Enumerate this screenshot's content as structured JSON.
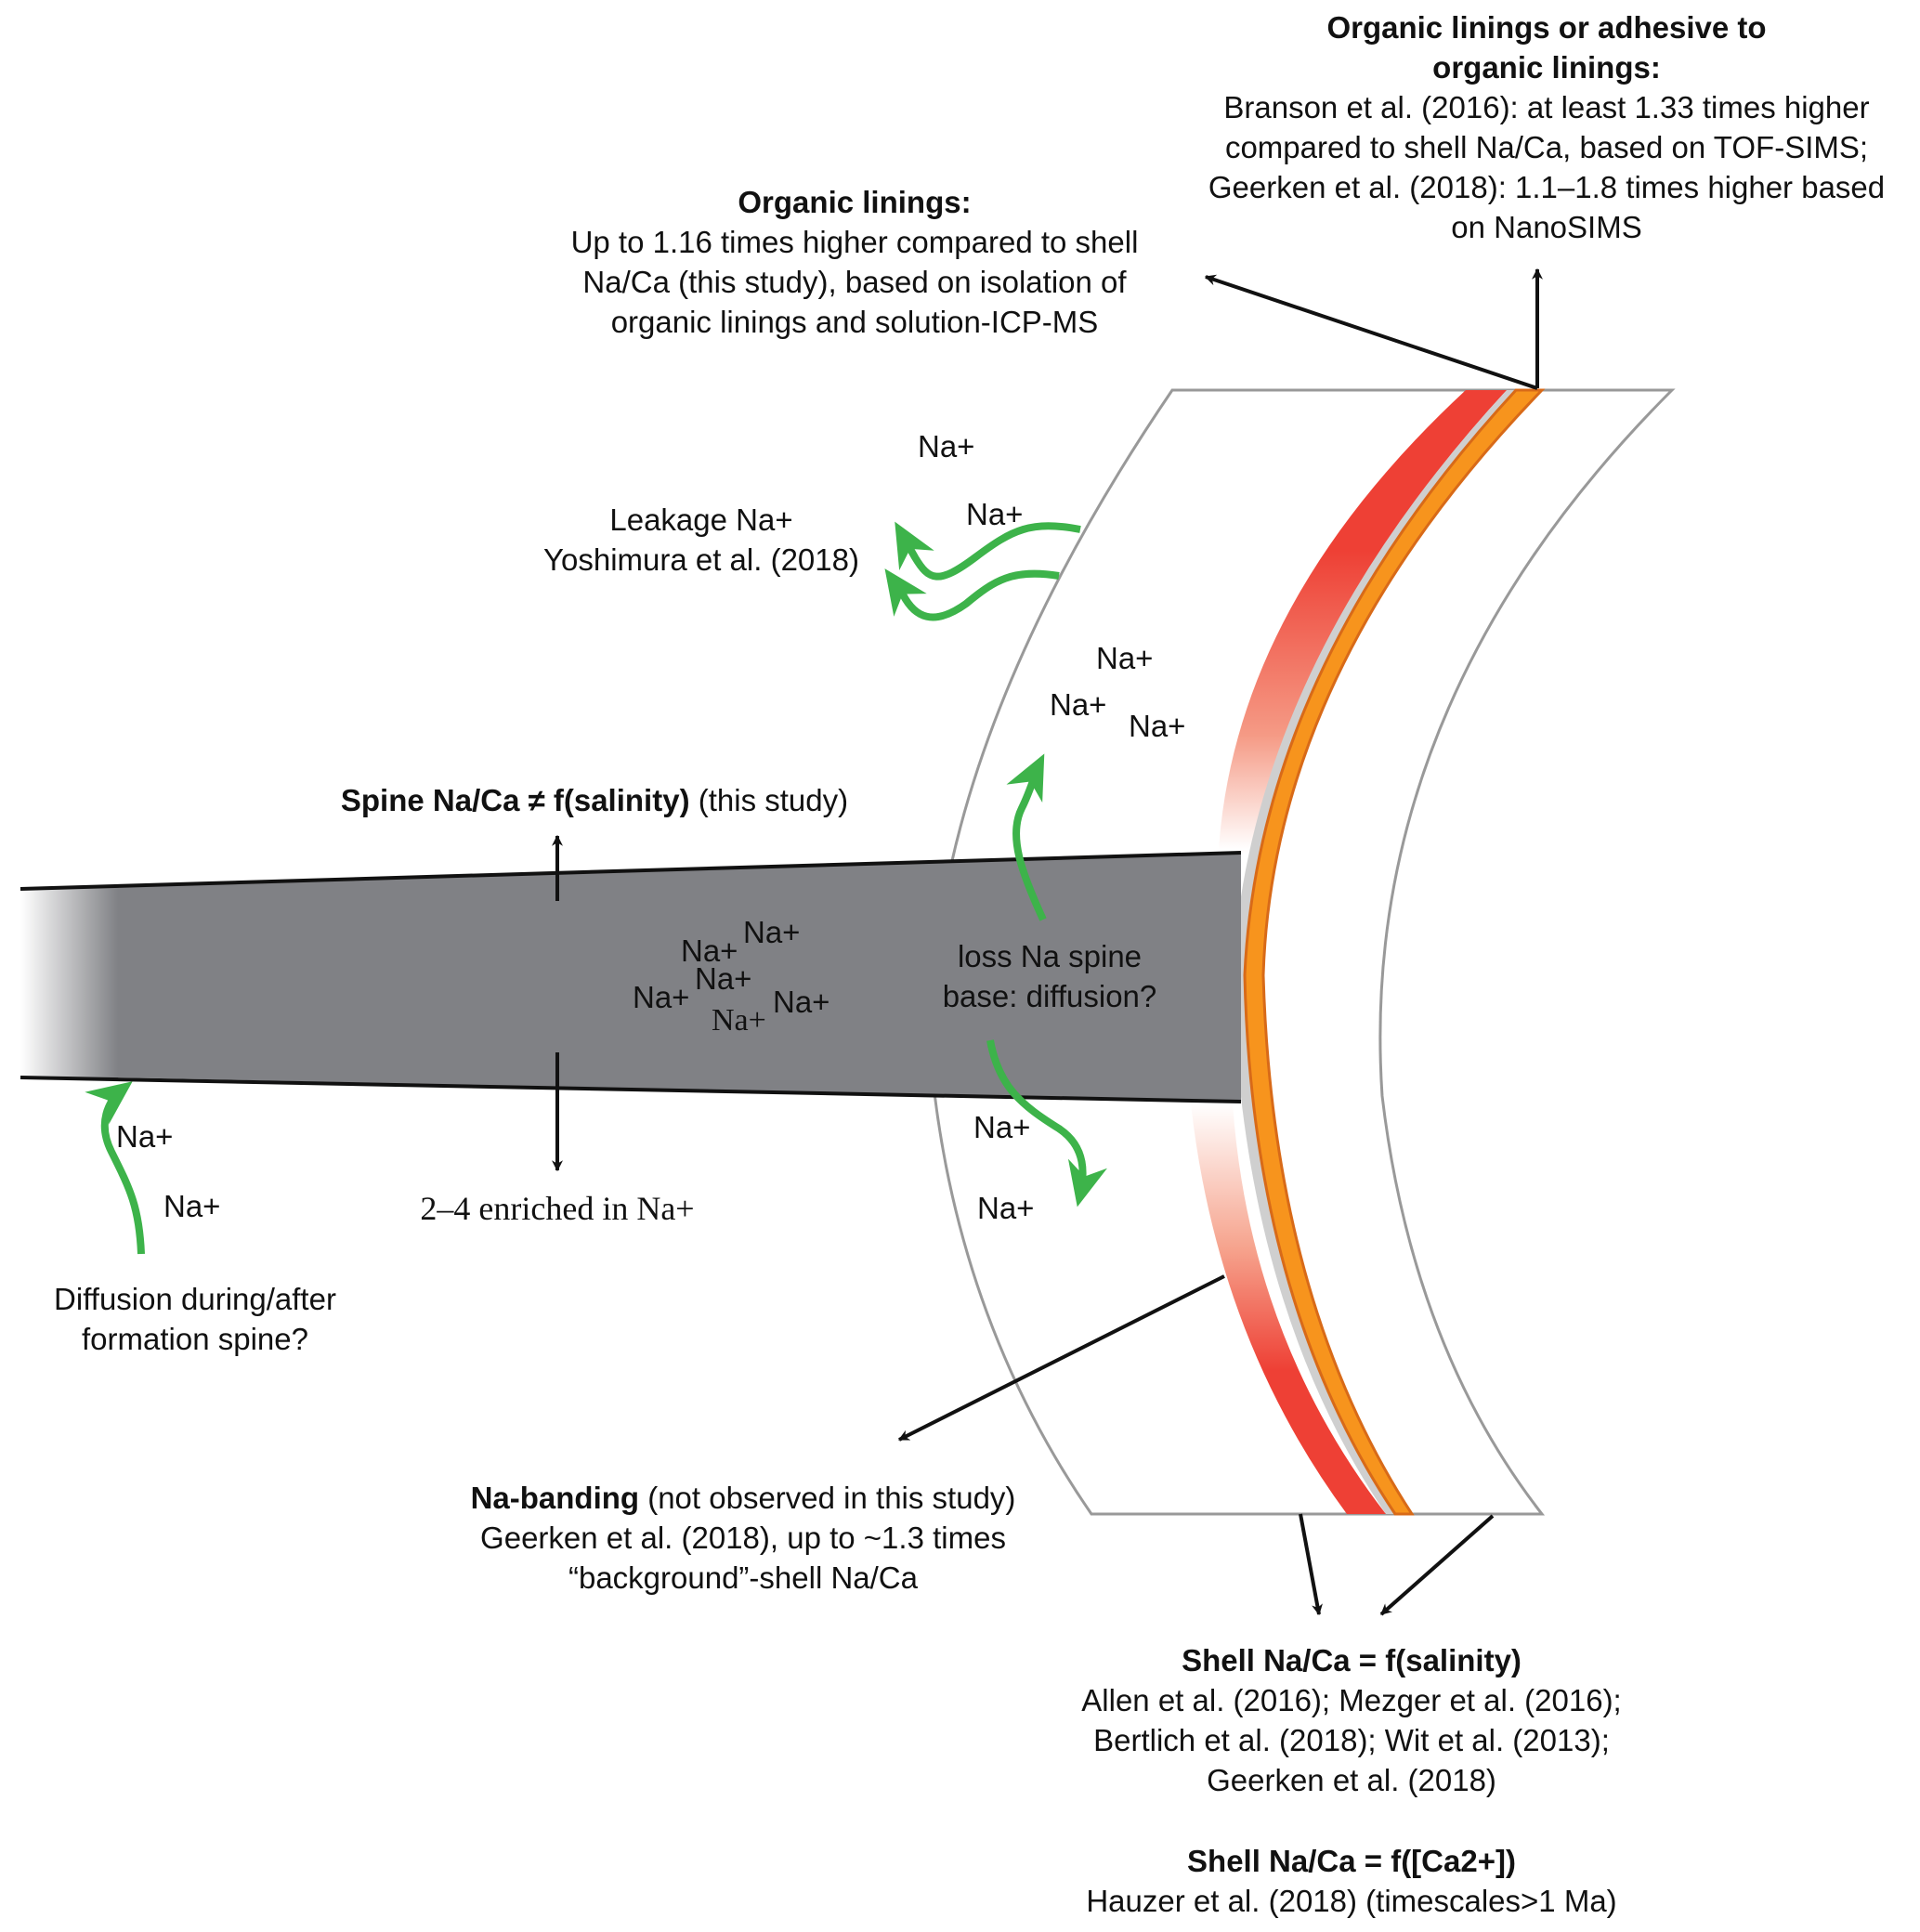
{
  "colors": {
    "spine_fill": "#808185",
    "shell_outline": "#999999",
    "red_band": "#ee4035",
    "orange_band": "#f7941d",
    "orange_edge": "#d86a18",
    "grey_lining": "#cfcfcf",
    "green_arrow": "#3db34a",
    "arrow_black": "#111111"
  },
  "annotations": {
    "organic_adhesive": {
      "title": "Organic linings or adhesive to organic linings:",
      "title_line1": "Organic linings or adhesive to",
      "title_line2": "organic linings:",
      "line1": "Branson et al. (2016): at least 1.33 times higher",
      "line2": "compared to shell Na/Ca, based on TOF-SIMS;",
      "line3": "Geerken et al. (2018): 1.1–1.8 times higher based",
      "line4": "on NanoSIMS"
    },
    "organic_linings": {
      "title": "Organic linings:",
      "line1": "Up to 1.16 times higher compared to shell",
      "line2": "Na/Ca (this study), based on isolation of",
      "line3": "organic linings and solution-ICP-MS"
    },
    "leakage": {
      "line1": "Leakage Na+",
      "line2": "Yoshimura et al. (2018)"
    },
    "spine_salinity": {
      "bold": "Spine Na/Ca ≠ f(salinity)",
      "normal": " (this study)"
    },
    "loss_na": {
      "line1": "loss Na spine",
      "line2": "base: diffusion?"
    },
    "enriched": "2–4 enriched in Na+",
    "diffusion": {
      "line1": "Diffusion during/after",
      "line2": "formation spine?"
    },
    "na_banding": {
      "bold": "Na-banding",
      "normal": " (not observed in this study)",
      "line2": "Geerken et al. (2018), up to ~1.3 times",
      "line3": "“background”-shell Na/Ca"
    },
    "shell_salinity": {
      "title": "Shell Na/Ca = f(salinity)",
      "line1": "Allen et al. (2016); Mezger et al. (2016);",
      "line2": "Bertlich et al. (2018); Wit et al. (2013);",
      "line3": "Geerken et al. (2018)"
    },
    "shell_calcium": {
      "title": "Shell Na/Ca = f([Ca2+])",
      "line1": "Hauzer et al. (2018) (timescales>1 Ma)"
    }
  },
  "ions": {
    "label": "Na+",
    "outside_top_1": "Na+",
    "outside_top_2": "Na+",
    "shell_cluster_1": "Na+",
    "shell_cluster_2": "Na+",
    "shell_cluster_3": "Na+",
    "spine_cluster": [
      "Na+",
      "Na+",
      "Na+",
      "Na+",
      "Na+",
      "Na+"
    ],
    "below_spine_1": "Na+",
    "below_spine_2": "Na+",
    "left_1": "Na+",
    "left_2": "Na+"
  }
}
